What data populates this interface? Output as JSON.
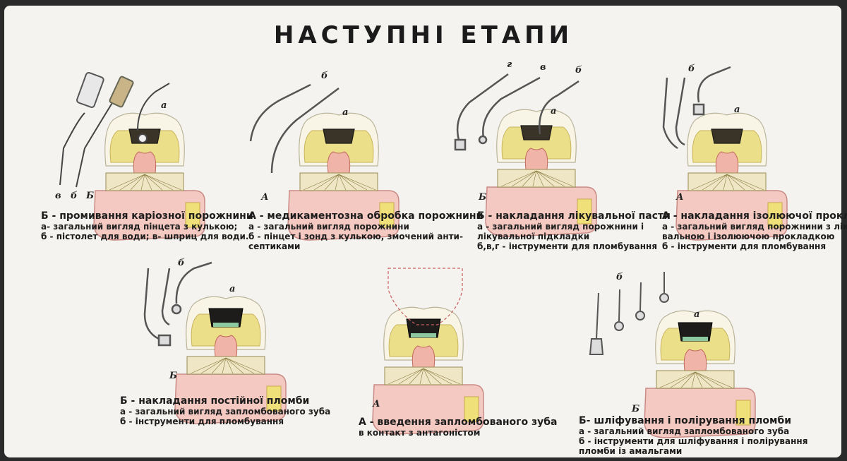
{
  "title": "НАСТУПНІ ЕТАПИ",
  "panels": [
    {
      "heading": "Б - промивання каріозної порожнини",
      "lines": [
        "а- загальний вигляд пінцета з кулькою;",
        "б - пістолет для води; в- шприц для води."
      ],
      "labels": [
        "а",
        "в",
        "б",
        "Б"
      ]
    },
    {
      "heading": "А - медикаментозна обробка порожнини",
      "lines": [
        "а - загальний вигляд порожнини",
        "б - пінцет і зонд з кулькою, змочений анти-",
        "септиками"
      ],
      "labels": [
        "б",
        "а",
        "А"
      ]
    },
    {
      "heading": "Б - накладання лікувальної пасти",
      "lines": [
        "а - загальний вигляд порожнини і",
        "лікувальної підкладки",
        "б,в,г - інструменти для пломбування"
      ],
      "labels": [
        "г",
        "в",
        "б",
        "а",
        "Б"
      ]
    },
    {
      "heading": "А - накладання ізолюючої прокладки",
      "lines": [
        "а - загальний вигляд порожнини з ліку-",
        "вальною і ізолюючою прокладкою",
        "б - інструменти для пломбування"
      ],
      "labels": [
        "б",
        "а",
        "А"
      ]
    },
    {
      "heading": "Б - накладання постійної пломби",
      "lines": [
        "а - загальний вигляд запломбованого зуба",
        "б - інструменти для пломбування"
      ],
      "labels": [
        "б",
        "а",
        "Б"
      ]
    },
    {
      "heading": "А - введення запломбованого зуба",
      "lines": [
        "в контакт з антагоністом"
      ],
      "labels": [
        "А"
      ]
    },
    {
      "heading": "Б- шліфування і полірування пломби",
      "lines": [
        "а - загальний вигляд запломбованого зуба",
        "б - інструменти для шліфування і полірування",
        "пломби із амальгами"
      ],
      "labels": [
        "б",
        "а",
        "Б"
      ]
    }
  ]
}
